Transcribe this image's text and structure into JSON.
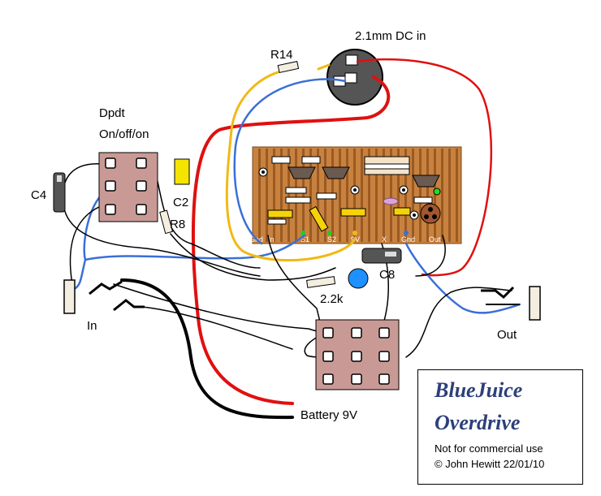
{
  "labels": {
    "dc_in": "2.1mm DC in",
    "r14": "R14",
    "dpdt_line1": "Dpdt",
    "dpdt_line2": "On/off/on",
    "c4": "C4",
    "c2": "C2",
    "r8": "R8",
    "c8": "C8",
    "r_2k2": "2.2k",
    "in": "In",
    "out": "Out",
    "battery": "Battery 9V"
  },
  "board_pins": {
    "gnd1": "Gnd",
    "in": "In",
    "s1": "S1",
    "s2": "S2",
    "v9": "9V",
    "x": "X",
    "gnd2": "Gnd",
    "out": "Out"
  },
  "title_block": {
    "line1": "BlueJuice",
    "line2": "Overdrive",
    "note": "Not for commercial use",
    "credit": "© John Hewitt 22/01/10"
  },
  "colors": {
    "board": "#c8823f",
    "strip": "#9c5a22",
    "switch": "#c99a95",
    "wire_red": "#e01010",
    "wire_blue": "#3a6fd8",
    "wire_yellow": "#f2b914",
    "wire_black": "#000000",
    "title_text": "#2d3f7a"
  }
}
